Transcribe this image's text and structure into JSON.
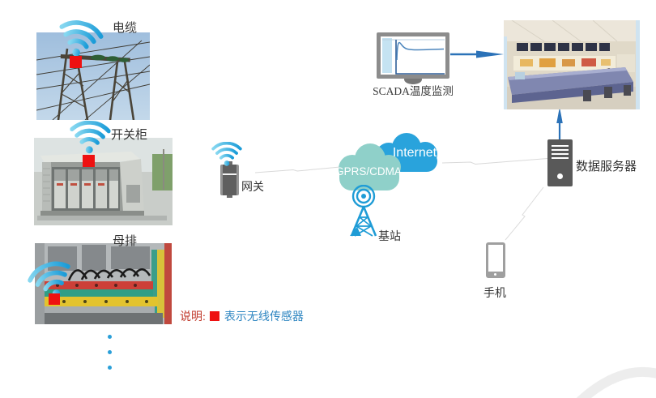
{
  "sensor_sites": [
    {
      "label": "电缆"
    },
    {
      "label": "开关柜"
    },
    {
      "label": "母排"
    }
  ],
  "gateway": {
    "label": "网关"
  },
  "cloud": {
    "internet_label": "Internet",
    "network_label": "GPRS/CDMA"
  },
  "base_station": {
    "label": "基站"
  },
  "scada": {
    "label": "SCADA温度监测"
  },
  "server": {
    "label": "数据服务器"
  },
  "phone": {
    "label": "手机"
  },
  "legend": {
    "title": "说明:",
    "text": "表示无线传感器"
  },
  "icons": {
    "wifi": "wifi-arcs",
    "sensor": "red-square",
    "gateway": "rf-modem",
    "base_station": "radio-tower",
    "scada_monitor": "line-chart-monitor",
    "server": "tower-server",
    "phone": "smartphone"
  },
  "colors": {
    "sensor_red": "#ee1111",
    "wifi_blue": "#1b9cd8",
    "cloud_teal": "#8fd0c9",
    "cloud_blue": "#29a3dc",
    "arrow_blue": "#2b72b8",
    "connector_gray": "#d9d9d9",
    "legend_title_red": "#c0392b",
    "legend_text_blue": "#2e86c1"
  }
}
